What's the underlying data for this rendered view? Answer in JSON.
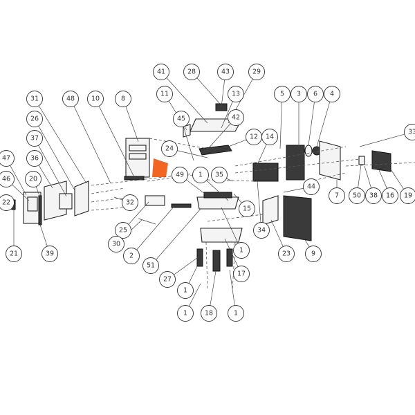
{
  "diagram": {
    "title": "Exploded parts diagram",
    "highlight_color": "#f26522",
    "callouts": [
      "41",
      "28",
      "43",
      "29",
      "13",
      "11",
      "8",
      "10",
      "48",
      "31",
      "26",
      "37",
      "36",
      "47",
      "46",
      "20",
      "22",
      "21",
      "39",
      "45",
      "42",
      "12",
      "24",
      "14",
      "5",
      "3",
      "6",
      "4",
      "33",
      "49",
      "1",
      "35",
      "32",
      "25",
      "30",
      "2",
      "51",
      "27",
      "1",
      "1",
      "18",
      "1",
      "17",
      "1",
      "15",
      "34",
      "23",
      "9",
      "44",
      "7",
      "50",
      "38",
      "16",
      "19"
    ]
  }
}
